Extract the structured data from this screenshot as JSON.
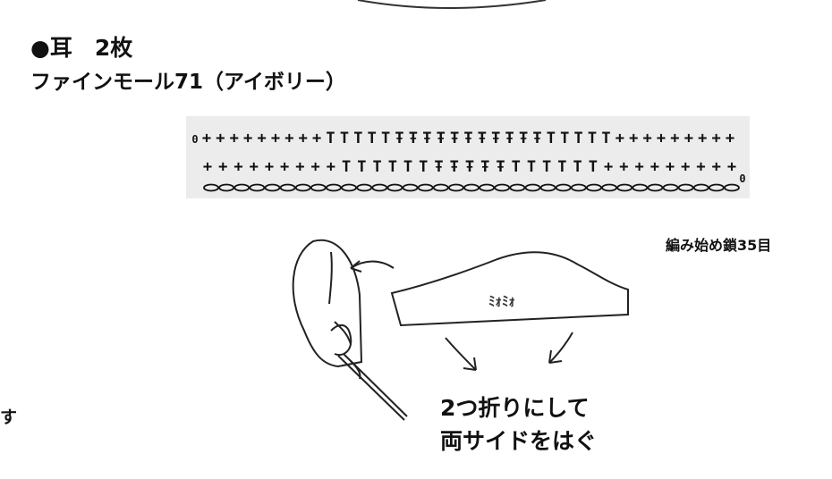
{
  "title": "●耳　2枚",
  "yarn": "ファインモール71（アイボリー）",
  "chart": {
    "start_label": "編み始め鎖35目",
    "row_start_mark": "0",
    "chain_start_mark": "0",
    "row2": [
      "+",
      "+",
      "+",
      "+",
      "+",
      "+",
      "+",
      "+",
      "+",
      "T",
      "T",
      "T",
      "T",
      "T",
      "T",
      "Ŧ",
      "Ŧ",
      "Ŧ",
      "Ŧ",
      "Ŧ",
      "T",
      "T",
      "T",
      "T",
      "T",
      "T",
      "+",
      "+",
      "+",
      "+",
      "+",
      "+",
      "+",
      "+",
      "+"
    ],
    "row1": [
      "+",
      "+",
      "+",
      "+",
      "+",
      "+",
      "+",
      "+",
      "+",
      "T",
      "T",
      "T",
      "T",
      "T",
      "Ŧ",
      "Ŧ",
      "Ŧ",
      "Ŧ",
      "Ŧ",
      "Ŧ",
      "Ŧ",
      "Ŧ",
      "Ŧ",
      "Ŧ",
      "Ŧ",
      "T",
      "T",
      "T",
      "T",
      "T",
      "+",
      "+",
      "+",
      "+",
      "+",
      "+",
      "+",
      "+",
      "+"
    ]
  },
  "illustration": {
    "inner_mark": "ﾐｫﾐｫ",
    "fold_line1": "2つ折りにして",
    "fold_line2": "両サイドをはぐ"
  },
  "left_fragment": "す"
}
